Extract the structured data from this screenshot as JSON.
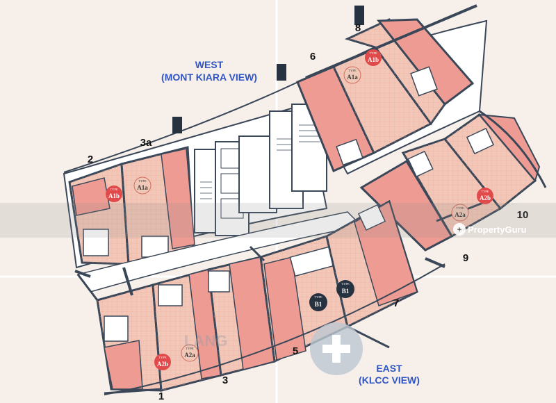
{
  "orientation": {
    "west_title": "WEST",
    "west_subtitle": "(MONT KIARA VIEW)",
    "east_title": "EAST",
    "east_subtitle": "(KLCC VIEW)"
  },
  "unit_numbers": [
    "1",
    "2",
    "3",
    "3a",
    "5",
    "6",
    "7",
    "8",
    "9",
    "10"
  ],
  "unit_types": {
    "type_word": "TYPE",
    "a1b_top": "A1b",
    "a1a_top": "A1a",
    "a1b_left": "A1b",
    "a1a_left": "A1a",
    "a2a_right": "A2a",
    "a2b_right": "A2b",
    "b1_left": "B1",
    "b1_right": "B1",
    "a2a_bottom": "A2a",
    "a2b_bottom": "A2b"
  },
  "watermark": {
    "brand": "PropertyGuru",
    "faded": "LANG"
  },
  "colors": {
    "unit_fill": "#f3c7b8",
    "bedroom_fill": "#ee9c93",
    "wall": "#3a4758",
    "corridor": "#ffffff",
    "badge_red": "#e04a4a",
    "badge_dark": "#263240",
    "label_blue": "#2f55c4"
  }
}
